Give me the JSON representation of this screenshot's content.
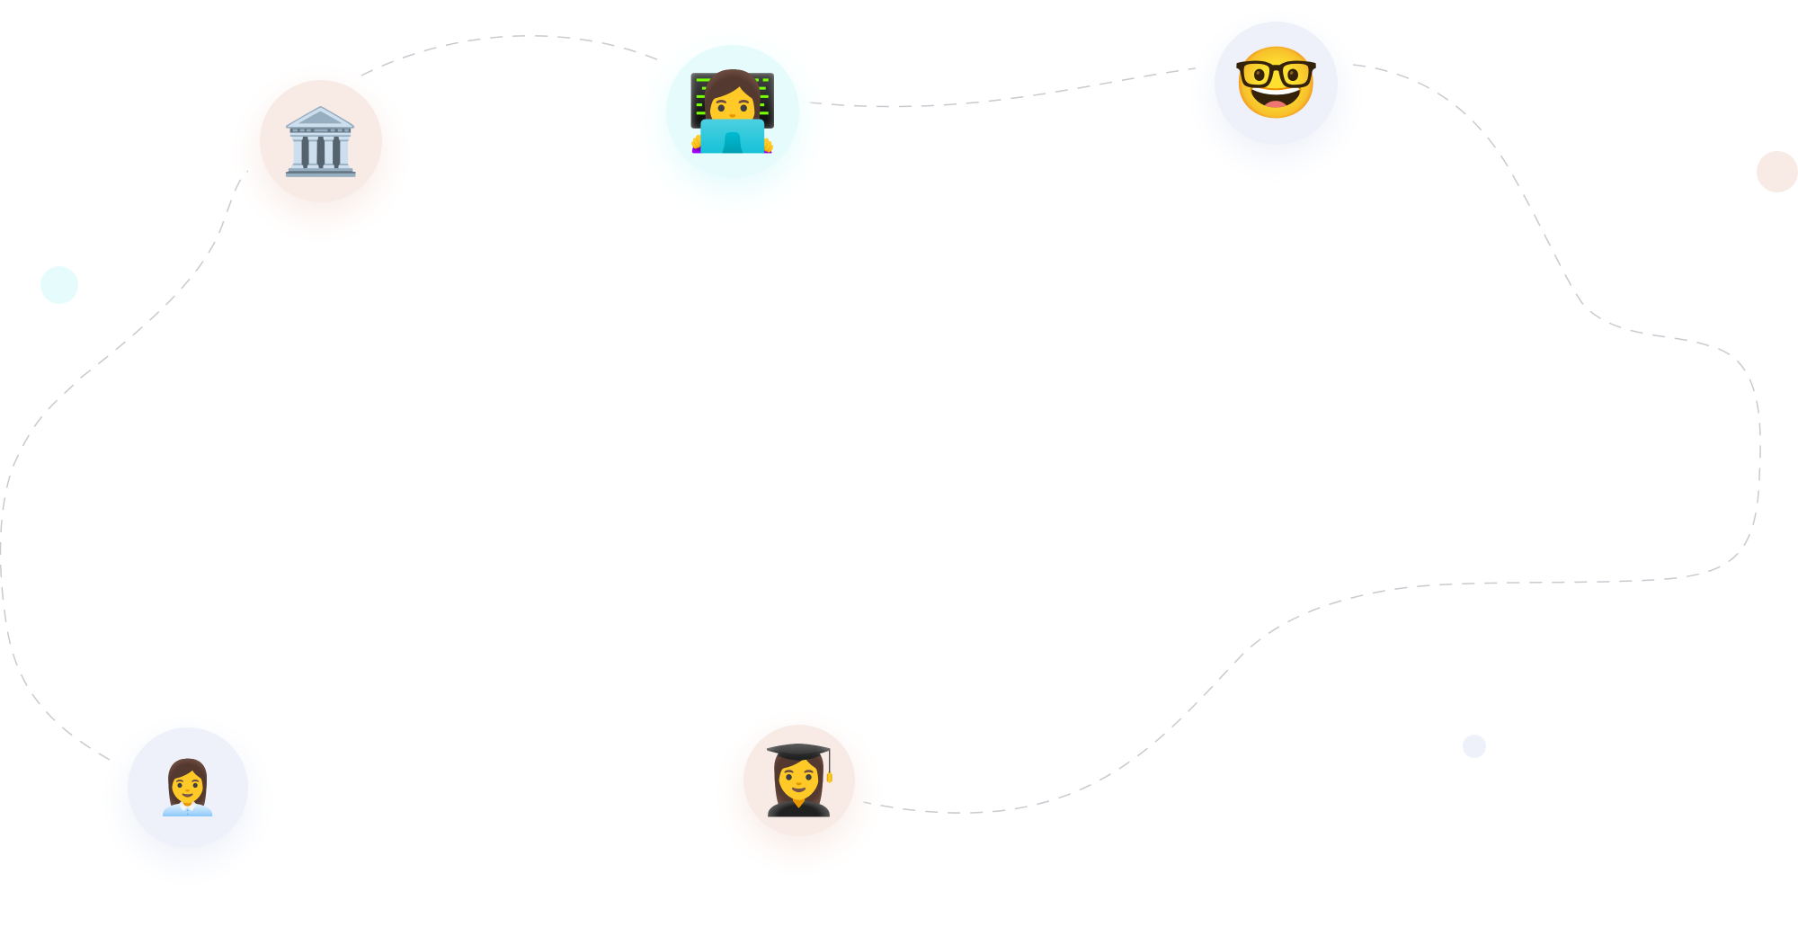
{
  "colors": {
    "peach": "#f8ebe6",
    "cyan": "#e5fbfc",
    "lavender": "#eef1f9",
    "dash": "#c9c9cf",
    "background": "#ffffff"
  },
  "nodes": [
    {
      "id": "bank",
      "icon": "classical-building-icon",
      "glyph": "🏛️",
      "color": "#f8ebe6"
    },
    {
      "id": "tech",
      "icon": "woman-technologist-icon",
      "glyph": "👩‍💻",
      "color": "#e5fbfc"
    },
    {
      "id": "nerd",
      "icon": "nerd-face-icon",
      "glyph": "🤓",
      "color": "#eef1f9"
    },
    {
      "id": "office",
      "icon": "woman-office-worker-icon",
      "glyph": "👩‍💼",
      "color": "#eef1f9"
    },
    {
      "id": "grad",
      "icon": "woman-student-icon",
      "glyph": "👩‍🎓",
      "color": "#f8ebe6"
    }
  ],
  "dots": [
    {
      "id": "cyan",
      "color": "#e5fbfc"
    },
    {
      "id": "peach",
      "color": "#f8ebe6"
    },
    {
      "id": "blue",
      "color": "#eef1f9"
    }
  ]
}
